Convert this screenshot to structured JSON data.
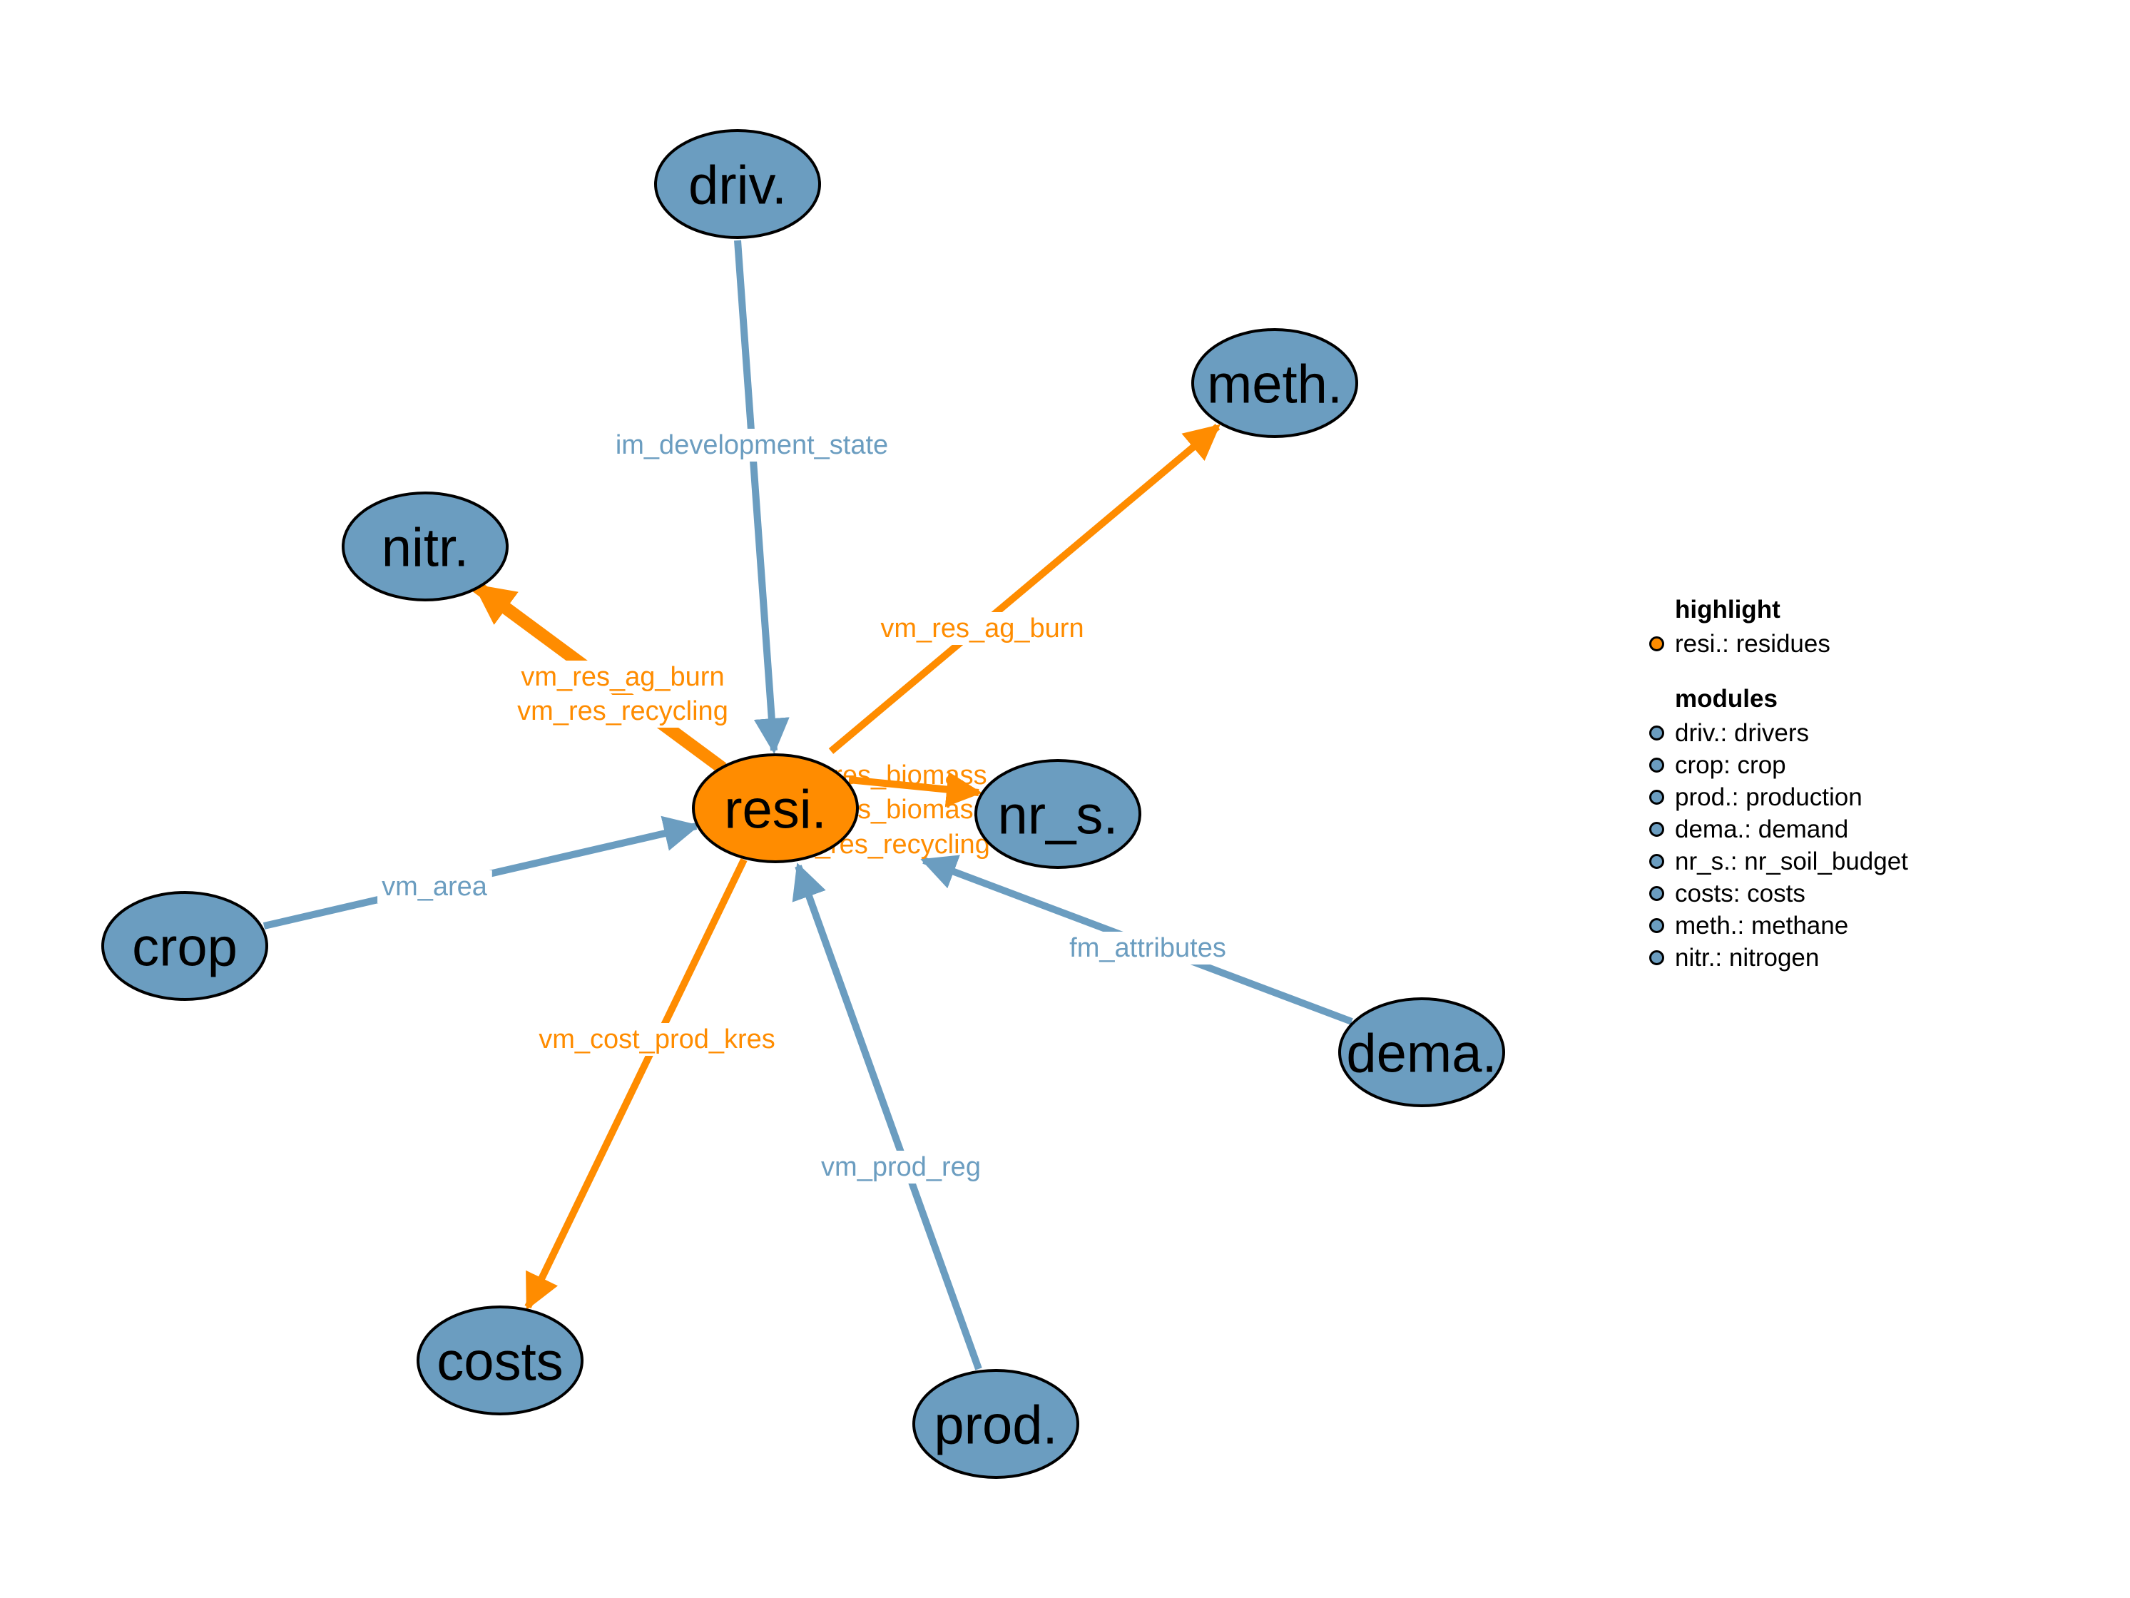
{
  "colors": {
    "highlight": "#ff8c00",
    "module": "#6b9dc0",
    "edge_module": "#6b9dc0",
    "edge_highlight": "#ff8c00",
    "node_stroke": "#000000"
  },
  "nodes": [
    {
      "id": "resi",
      "label": "resi.",
      "group": "highlight"
    },
    {
      "id": "driv",
      "label": "driv.",
      "group": "module"
    },
    {
      "id": "meth",
      "label": "meth.",
      "group": "module"
    },
    {
      "id": "nitr",
      "label": "nitr.",
      "group": "module"
    },
    {
      "id": "nr_s",
      "label": "nr_s.",
      "group": "module"
    },
    {
      "id": "crop",
      "label": "crop",
      "group": "module"
    },
    {
      "id": "dema",
      "label": "dema.",
      "group": "module"
    },
    {
      "id": "costs",
      "label": "costs",
      "group": "module"
    },
    {
      "id": "prod",
      "label": "prod.",
      "group": "module"
    }
  ],
  "edges": [
    {
      "from": "driv",
      "to": "resi",
      "labels": [
        "im_development_state"
      ],
      "group": "module"
    },
    {
      "from": "resi",
      "to": "meth",
      "labels": [
        "vm_res_ag_burn"
      ],
      "group": "highlight"
    },
    {
      "from": "resi",
      "to": "nitr",
      "labels": [
        "vm_res_ag_burn",
        "vm_res_recycling"
      ],
      "group": "highlight"
    },
    {
      "from": "resi",
      "to": "nr_s",
      "labels": [
        "vm_res_biomass",
        "vm_res_biomass",
        "vm_res_recycling"
      ],
      "group": "highlight"
    },
    {
      "from": "crop",
      "to": "resi",
      "labels": [
        "vm_area"
      ],
      "group": "module"
    },
    {
      "from": "dema",
      "to": "resi",
      "labels": [
        "fm_attributes"
      ],
      "group": "module"
    },
    {
      "from": "resi",
      "to": "costs",
      "labels": [
        "vm_cost_prod_kres"
      ],
      "group": "highlight"
    },
    {
      "from": "prod",
      "to": "resi",
      "labels": [
        "vm_prod_reg"
      ],
      "group": "module"
    }
  ],
  "legend": {
    "highlight_title": "highlight",
    "highlight_entries": [
      {
        "text": "resi.: residues",
        "group": "highlight"
      }
    ],
    "modules_title": "modules",
    "module_entries": [
      {
        "text": "driv.: drivers",
        "group": "module"
      },
      {
        "text": "crop: crop",
        "group": "module"
      },
      {
        "text": "prod.: production",
        "group": "module"
      },
      {
        "text": "dema.: demand",
        "group": "module"
      },
      {
        "text": "nr_s.: nr_soil_budget",
        "group": "module"
      },
      {
        "text": "costs: costs",
        "group": "module"
      },
      {
        "text": "meth.: methane",
        "group": "module"
      },
      {
        "text": "nitr.: nitrogen",
        "group": "module"
      }
    ]
  }
}
